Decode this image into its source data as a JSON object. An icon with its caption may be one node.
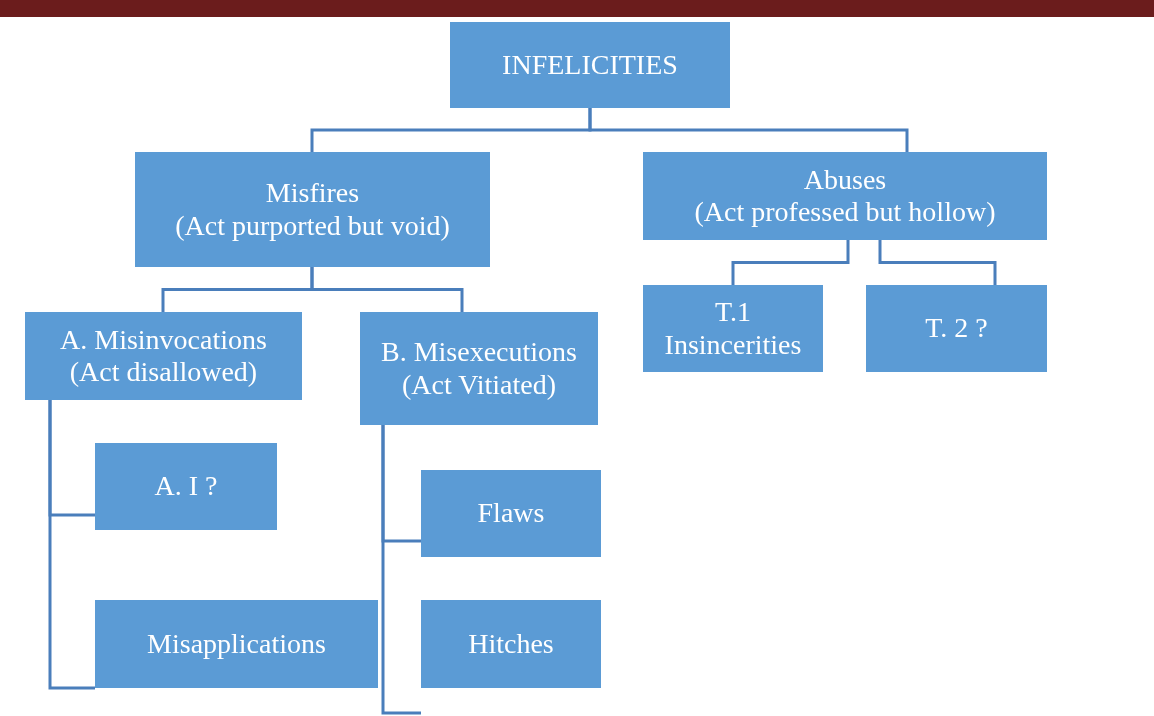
{
  "diagram": {
    "nodes": [
      {
        "text": [
          "INFELICITIES"
        ]
      },
      {
        "text": [
          "Misfires",
          "(Act purported but void)"
        ]
      },
      {
        "text": [
          "Abuses",
          "(Act professed but hollow)"
        ]
      },
      {
        "text": [
          "A. Misinvocations",
          "(Act disallowed)"
        ]
      },
      {
        "text": [
          "B. Misexecutions",
          "(Act Vitiated)"
        ]
      },
      {
        "text": [
          "T.1 Insincerities"
        ]
      },
      {
        "text": [
          "T. 2 ?"
        ]
      },
      {
        "text": [
          "A. I ?"
        ]
      },
      {
        "text": [
          "Misapplications"
        ]
      },
      {
        "text": [
          "Flaws"
        ]
      },
      {
        "text": [
          "Hitches"
        ]
      }
    ],
    "edges": [
      {
        "from": 0,
        "to": 1,
        "arrow": "none"
      },
      {
        "from": 0,
        "to": 2,
        "arrow": "none"
      },
      {
        "from": 1,
        "to": 3,
        "arrow": "none"
      },
      {
        "from": 1,
        "to": 4,
        "arrow": "none"
      },
      {
        "from": 2,
        "to": 5,
        "arrow": "none"
      },
      {
        "from": 2,
        "to": 6,
        "arrow": "none"
      },
      {
        "from": 3,
        "to": 7,
        "arrow": "none"
      },
      {
        "from": 3,
        "to": 8,
        "arrow": "none"
      },
      {
        "from": 4,
        "to": 9,
        "arrow": "none"
      },
      {
        "from": 4,
        "to": 10,
        "arrow": "none"
      }
    ]
  }
}
